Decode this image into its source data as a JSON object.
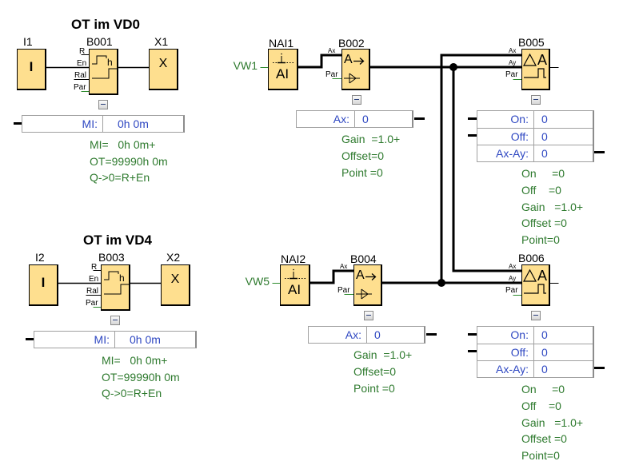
{
  "colors": {
    "block_fill": "#fedf8f",
    "table_text": "#2f48c2",
    "param_text": "#2e7a2e",
    "wire": "#000000",
    "green_wire": "#2e8b2e",
    "table_border": "#a0a0a0"
  },
  "ot_counters": [
    {
      "title": "OT im VD0",
      "input": {
        "label": "I1",
        "symbol": "I"
      },
      "block": {
        "label": "B001",
        "unit_glyph": "h",
        "pins": [
          "R",
          "En",
          "Ral",
          "Par"
        ]
      },
      "output": {
        "label": "X1",
        "symbol": "X"
      },
      "table": {
        "label": "MI:",
        "value": "0h 0m"
      },
      "params": [
        "MI=   0h 0m+",
        "OT=99990h 0m",
        "Q->0=R+En"
      ]
    },
    {
      "title": "OT im VD4",
      "input": {
        "label": "I2",
        "symbol": "I"
      },
      "block": {
        "label": "B003",
        "unit_glyph": "h",
        "pins": [
          "R",
          "En",
          "Ral",
          "Par"
        ]
      },
      "output": {
        "label": "X2",
        "symbol": "X"
      },
      "table": {
        "label": "MI:",
        "value": "0h 0m"
      },
      "params": [
        "MI=   0h 0m+",
        "OT=99990h 0m",
        "Q->0=R+En"
      ]
    }
  ],
  "amplifier_chains": [
    {
      "variable": "VW1",
      "analog_input": {
        "label": "NAI1",
        "symbol": "AI"
      },
      "amplifier": {
        "label": "B002",
        "symbol": "A",
        "pins": [
          "Ax",
          "Par"
        ]
      },
      "table": {
        "label": "Ax:",
        "value": "0"
      },
      "params": [
        "Gain  =1.0+",
        "Offset=0",
        "Point =0"
      ]
    },
    {
      "variable": "VW5",
      "analog_input": {
        "label": "NAI2",
        "symbol": "AI"
      },
      "amplifier": {
        "label": "B004",
        "symbol": "A",
        "pins": [
          "Ax",
          "Par"
        ]
      },
      "table": {
        "label": "Ax:",
        "value": "0"
      },
      "params": [
        "Gain  =1.0+",
        "Offset=0",
        "Point =0"
      ]
    }
  ],
  "triggers": [
    {
      "label": "B005",
      "symbol": "A",
      "pins": [
        "Ax",
        "Ay",
        "Par"
      ],
      "table": [
        {
          "label": "On:",
          "value": "0"
        },
        {
          "label": "Off:",
          "value": "0"
        },
        {
          "label": "Ax-Ay:",
          "value": "0"
        }
      ],
      "params": [
        "On     =0",
        "Off    =0",
        "Gain   =1.0+",
        "Offset =0",
        "Point=0"
      ]
    },
    {
      "label": "B006",
      "symbol": "A",
      "pins": [
        "Ax",
        "Ay",
        "Par"
      ],
      "table": [
        {
          "label": "On:",
          "value": "0"
        },
        {
          "label": "Off:",
          "value": "0"
        },
        {
          "label": "Ax-Ay:",
          "value": "0"
        }
      ],
      "params": [
        "On     =0",
        "Off    =0",
        "Gain   =1.0+",
        "Offset =0",
        "Point=0"
      ]
    }
  ]
}
